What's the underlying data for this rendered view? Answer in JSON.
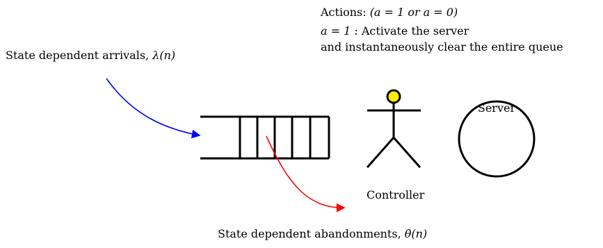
{
  "arrivals": {
    "text": "State dependent arrivals, ",
    "math": "λ(n)"
  },
  "actions": {
    "line1_text": "Actions: ",
    "line1_math": "(a = 1 or a = 0)",
    "line2_math": "a = 1",
    "line2_text": " : Activate the server",
    "line3_text": "and instantaneously clear the entire queue"
  },
  "controller_label": "Controller",
  "server_label": "Server",
  "abandonments": {
    "text": "State dependent abandonments, ",
    "math": "θ(n)"
  },
  "colors": {
    "arrivals_arrow": "#0000ff",
    "abandonment_arrow": "#ff0000",
    "controller_head": "#ffee00",
    "line": "#000000"
  }
}
